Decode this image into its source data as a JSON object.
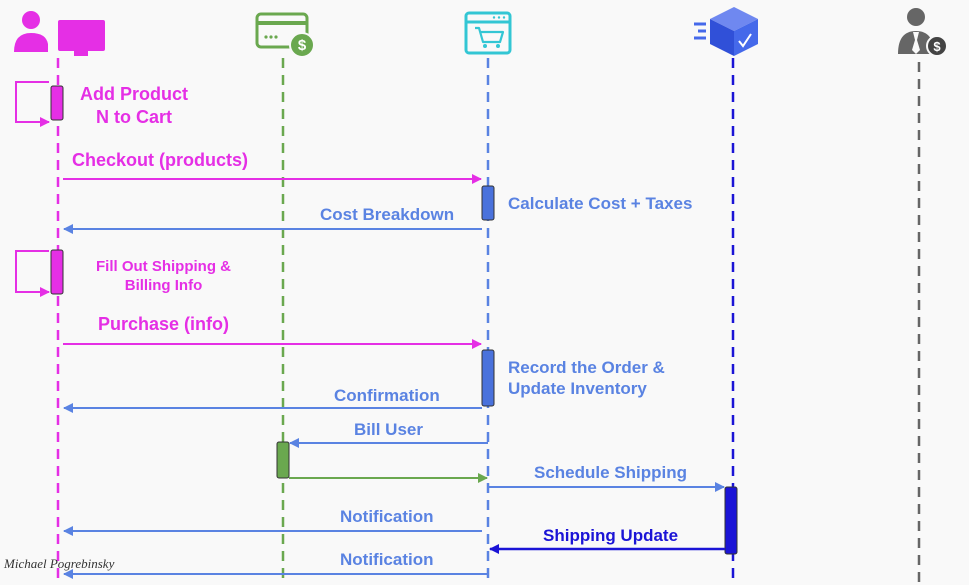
{
  "participants": [
    {
      "key": "user",
      "icon": "user-computer-icon",
      "color": "#e52fe5"
    },
    {
      "key": "payment",
      "icon": "credit-card-payment-icon",
      "color": "#6aa84f"
    },
    {
      "key": "store",
      "icon": "web-shopping-cart-icon",
      "color": "#5a83e2"
    },
    {
      "key": "shipping",
      "icon": "shipping-box-icon",
      "color": "#1b14d6"
    },
    {
      "key": "owner",
      "icon": "businessman-dollar-icon",
      "color": "#666666"
    }
  ],
  "steps": {
    "add_product": {
      "line1": "Add Product",
      "line2": "N to Cart"
    },
    "checkout": "Checkout (products)",
    "calculate_cost": "Calculate Cost + Taxes",
    "cost_breakdown": "Cost Breakdown",
    "fill_out": {
      "line1": "Fill Out Shipping &",
      "line2": "Billing Info"
    },
    "purchase": "Purchase (info)",
    "record_order": {
      "line1": "Record the Order &",
      "line2": "Update Inventory"
    },
    "confirmation": "Confirmation",
    "bill_user": "Bill User",
    "schedule_shipping": "Schedule Shipping",
    "notification_1": "Notification",
    "shipping_update": "Shipping Update",
    "notification_2": "Notification"
  },
  "credit": "Michael Pogrebinsky"
}
